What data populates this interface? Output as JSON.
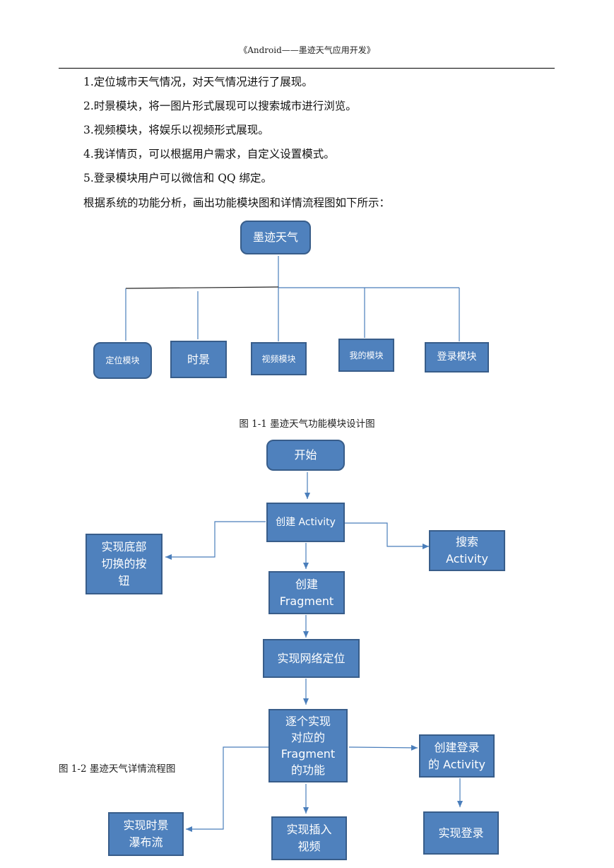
{
  "header": {
    "title": "《Android——墨迹天气应用开发》"
  },
  "content": {
    "items": [
      "1.定位城市天气情况，对天气情况进行了展现。",
      "2.时景模块，将一图片形式展现可以搜索城市进行浏览。",
      "3.视频模块，将娱乐以视频形式展现。",
      "4.我详情页，可以根据用户需求，自定义设置模式。",
      "5.登录模块用户可以微信和 QQ 绑定。",
      "根据系统的功能分析，画出功能模块图和详情流程图如下所示："
    ]
  },
  "module_diagram": {
    "root": "墨迹天气",
    "modules": [
      "定位模块",
      "时景",
      "视频模块",
      "我的模块",
      "登录模块"
    ],
    "caption": "图 1-1  墨迹天气功能模块设计图"
  },
  "flow_diagram": {
    "start": "开始",
    "create_activity": "创建 Activity",
    "bottom_buttons": "实现底部\n切换的按\n钮",
    "search_activity": "搜索\nActivity",
    "create_fragment": "创建\nFragment",
    "network_location": "实现网络定位",
    "implement_fragments": "逐个实现\n对应的\nFragment\n的功能",
    "create_login_activity": "创建登录\n的 Activity",
    "waterfall": "实现时景\n瀑布流",
    "insert_video": "实现插入\n视频",
    "login": "实现登录",
    "caption": "图 1-2 墨迹天气详情流程图"
  },
  "colors": {
    "box_fill": "#4f81bd",
    "box_border": "#385d8a",
    "line": "#4a7ebb"
  }
}
